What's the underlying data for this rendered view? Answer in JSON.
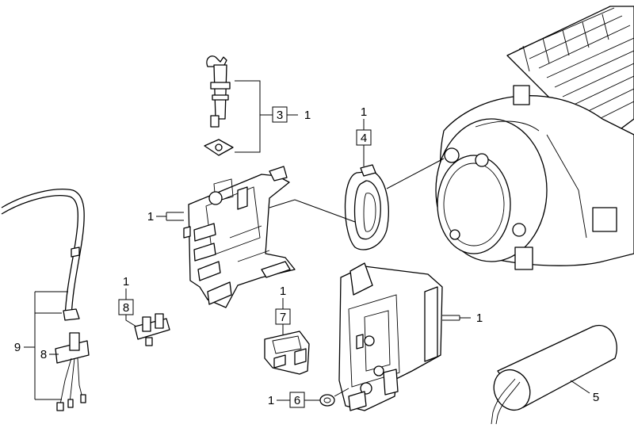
{
  "callouts": {
    "c3": "3",
    "c3_qty": "1",
    "c4": "4",
    "c4_qty": "1",
    "c1_housing": "1",
    "c9": "9",
    "c8_harness": "8",
    "c8_box": "8",
    "c8_qty": "1",
    "c7": "7",
    "c7_qty": "1",
    "c1_switch": "1",
    "c6": "6",
    "c6_qty": "1",
    "c5": "5"
  }
}
